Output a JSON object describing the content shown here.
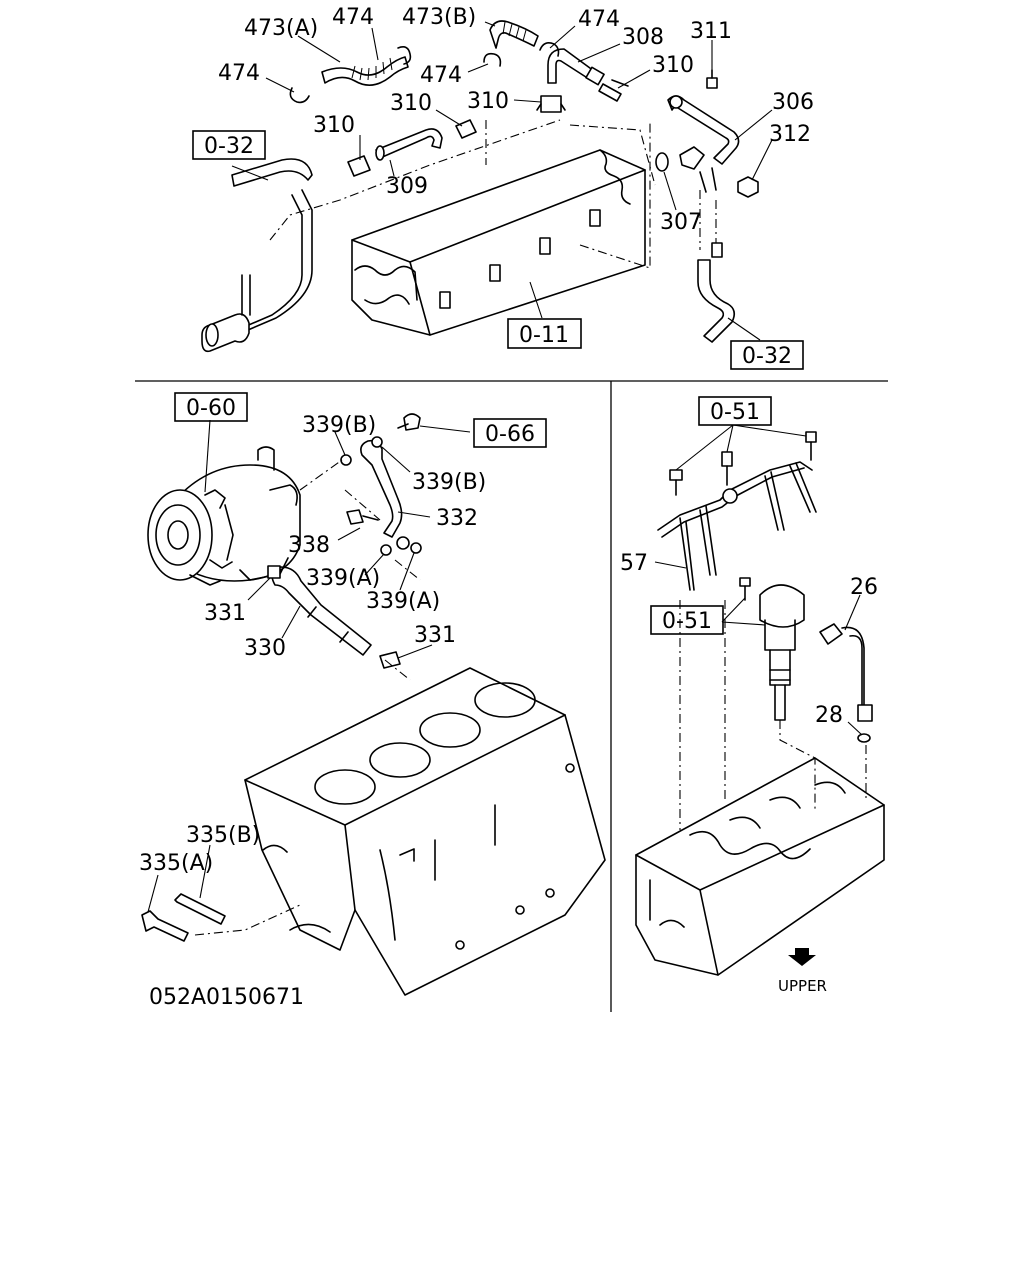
{
  "callouts": {
    "c473a": "473(A)",
    "c474_top1": "474",
    "c473b": "473(B)",
    "c474_top2": "474",
    "c308": "308",
    "c311": "311",
    "c474_left": "474",
    "c474_mid": "474",
    "c310_right": "310",
    "c310_mid": "310",
    "c310_center": "310",
    "c306": "306",
    "c310_left": "310",
    "c312": "312",
    "c309": "309",
    "c307": "307",
    "c339b_top": "339(B)",
    "c339b_right": "339(B)",
    "c332": "332",
    "c338": "338",
    "c339a_left": "339(A)",
    "c339a_right": "339(A)",
    "c331_left": "331",
    "c331_right": "331",
    "c330": "330",
    "c335b": "335(B)",
    "c335a": "335(A)",
    "c57": "57",
    "c26": "26",
    "c28": "28"
  },
  "refboxes": {
    "r032_left": "0-32",
    "r011": "0-11",
    "r032_right": "0-32",
    "r060": "0-60",
    "r066": "0-66",
    "r051_top": "0-51",
    "r051_mid": "0-51"
  },
  "drawing_code": "052A0150671",
  "direction_label": "UPPER"
}
